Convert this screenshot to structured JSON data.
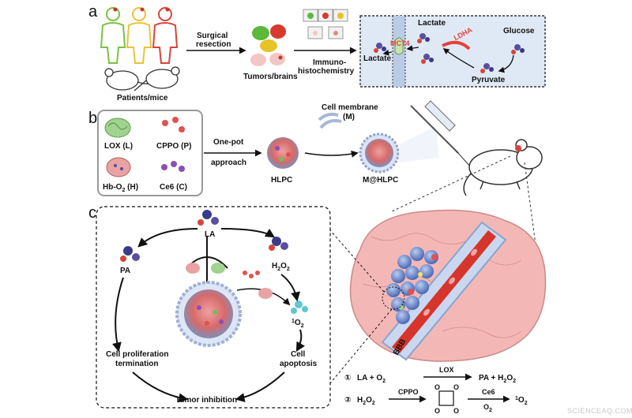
{
  "panels": {
    "a": "a",
    "b": "b",
    "c": "c"
  },
  "panel_a": {
    "patients_mice": "Patients/mice",
    "surgical": "Surgical",
    "resection": "resection",
    "tumors_brains": "Tumors/brains",
    "immuno": "Immuno-",
    "histochem": "histochemistry",
    "lactate_top": "Lactate",
    "lactate_left": "Lactate",
    "mct4": "MCT4",
    "ldha": "LDHA",
    "glucose": "Glucose",
    "pyruvate": "Pyruvate"
  },
  "panel_b": {
    "lox": "LOX (L)",
    "cppo": "CPPO (P)",
    "hb": "Hb-O",
    "hb_sub": "2",
    "hb_tail": " (H)",
    "ce6": "Ce6 (C)",
    "one_pot": "One-pot",
    "approach": "approach",
    "hlpc": "HLPC",
    "cell_membrane": "Cell membrane",
    "m": "(M)",
    "mhlpc": "M@HLPC"
  },
  "panel_c": {
    "la": "LA",
    "pa": "PA",
    "h2o2": "H",
    "h2o2_sub1": "2",
    "h2o2_mid": "O",
    "h2o2_sub2": "2",
    "singlet_sup": "1",
    "singlet_o": "O",
    "singlet_sub": "2",
    "cell_prolif_1": "Cell proliferation",
    "cell_prolif_2": "termination",
    "cell_1": "Cell",
    "apoptosis": "apoptosis",
    "tumor_inhibition": "Tumor inhibition",
    "bbb": "BBB"
  },
  "reactions": {
    "r1_num": "①",
    "r1_lhs": "LA  +  O",
    "r1_lhs_sub": "2",
    "r1_enzyme": "LOX",
    "r1_rhs": "PA  +  H",
    "r1_rhs_sub1": "2",
    "r1_rhs_mid": "O",
    "r1_rhs_sub2": "2",
    "r2_num": "②",
    "r2_lhs": "H",
    "r2_lhs_sub1": "2",
    "r2_lhs_mid": "O",
    "r2_lhs_sub2": "2",
    "r2_enzyme": "CPPO",
    "r2_ce6": "Ce6",
    "r2_o2": "O",
    "r2_o2_sub": "2",
    "r2_rhs_sup": "1",
    "r2_rhs": "O",
    "r2_rhs_sub": "2",
    "dioxetane_o": "O"
  },
  "watermark": "SCIENCEAQ.COM",
  "colors": {
    "patient_green": "#7bc143",
    "patient_yellow": "#e9c23b",
    "patient_red": "#d9443a",
    "cell_blue": "#cfe2f3",
    "brain_pink": "#f3b8b6",
    "vessel_red": "#d6352c",
    "mct4_red": "#e8413a",
    "ldha_red": "#e8413a"
  },
  "icons": [
    "person-icon",
    "mouse-icon",
    "tumor-icon",
    "slide-icon",
    "molecule-icon",
    "nanoparticle-icon",
    "membrane-icon",
    "syringe-icon",
    "brain-icon",
    "blood-vessel-icon"
  ]
}
